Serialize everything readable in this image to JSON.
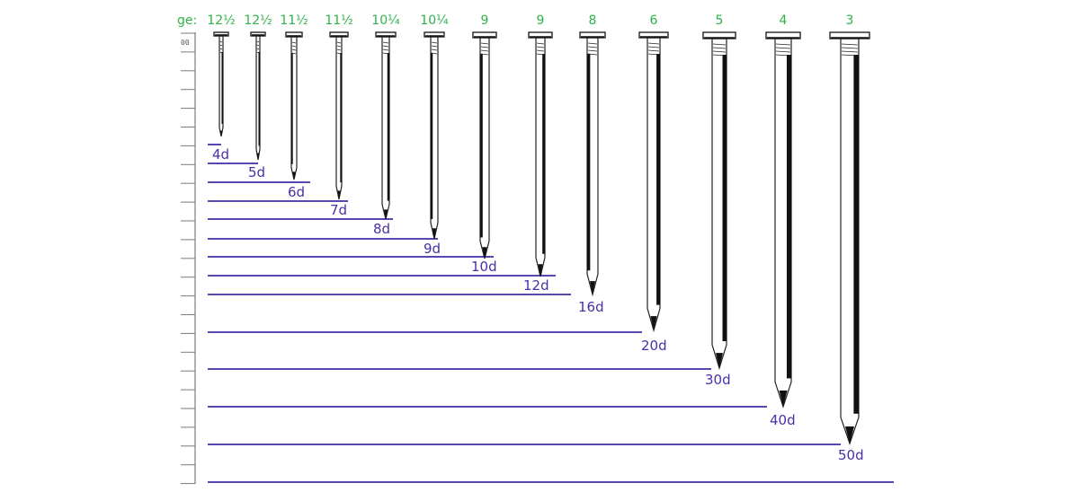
{
  "colors": {
    "gauge": "#2db24a",
    "penny": "#4a2fa6",
    "line": "#5a46b0",
    "ruler": "#7a7a7a",
    "nail_outline": "#222222",
    "nail_fill": "#ffffff",
    "nail_shade": "#111111"
  },
  "ruler_label": "00",
  "gauge_prefix": "ge:",
  "nails": [
    {
      "gauge": "12½",
      "penny": "4d"
    },
    {
      "gauge": "12½",
      "penny": "5d"
    },
    {
      "gauge": "11½",
      "penny": "6d"
    },
    {
      "gauge": "11½",
      "penny": "7d"
    },
    {
      "gauge": "10¼",
      "penny": "8d"
    },
    {
      "gauge": "10¼",
      "penny": "9d"
    },
    {
      "gauge": "9",
      "penny": "10d"
    },
    {
      "gauge": "9",
      "penny": "12d"
    },
    {
      "gauge": "8",
      "penny": "16d"
    },
    {
      "gauge": "6",
      "penny": "20d"
    },
    {
      "gauge": "5",
      "penny": "30d"
    },
    {
      "gauge": "4",
      "penny": "40d"
    },
    {
      "gauge": "3",
      "penny": "50d"
    }
  ]
}
